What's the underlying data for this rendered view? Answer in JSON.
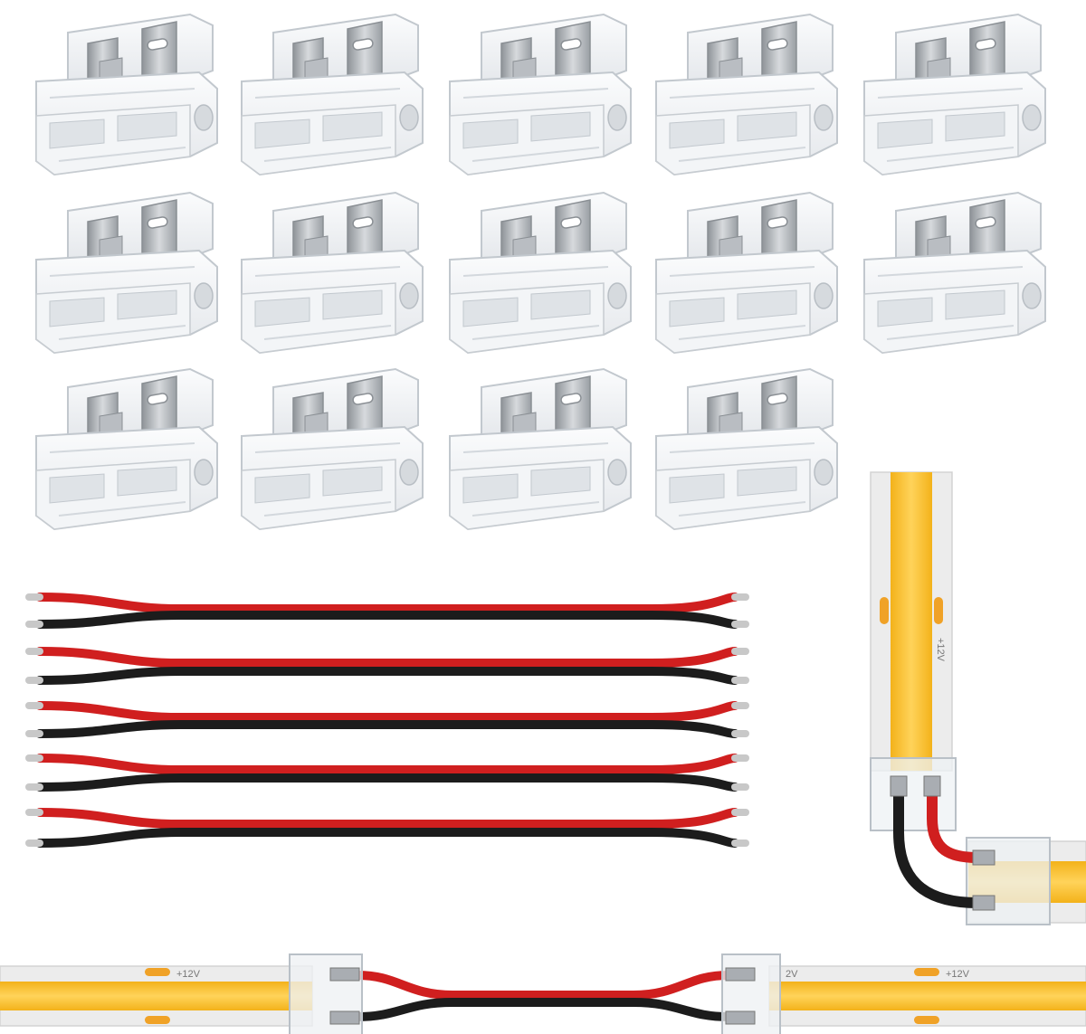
{
  "product": {
    "connector_count": 14,
    "wire_pair_count": 5,
    "strip_label_left": "+12V",
    "strip_label_right": "+12V",
    "strip_label_mid": "2V",
    "corner_strip_label": "+12V"
  },
  "colors": {
    "connector_body": "#eef0f2",
    "connector_edge": "#c9ced3",
    "connector_metal": "#a9adb2",
    "wire_red": "#d01f1f",
    "wire_black": "#1c1c1c",
    "wire_tip": "#c8c8c8",
    "strip_base": "#ededed",
    "strip_led": "#f5b51f",
    "strip_led_core": "#ffcf4a",
    "pad": "#f0a227"
  }
}
